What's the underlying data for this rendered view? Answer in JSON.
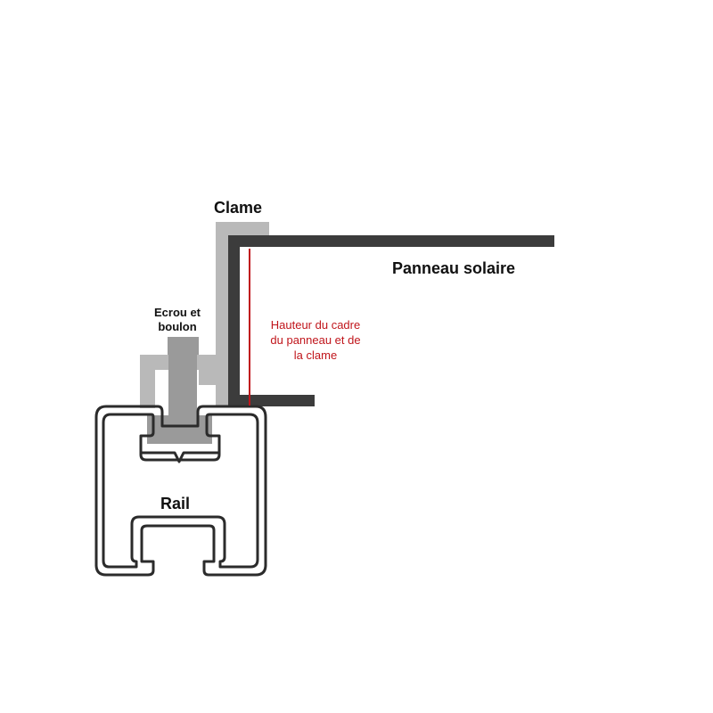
{
  "labels": {
    "clame": "Clame",
    "panneau": "Panneau solaire",
    "ecrou_line1": "Ecrou et",
    "ecrou_line2": "boulon",
    "hauteur_line1": "Hauteur du cadre",
    "hauteur_line2": "du panneau et de",
    "hauteur_line3": "la clame",
    "rail": "Rail"
  },
  "colors": {
    "panel_frame": "#3c3c3c",
    "clamp": "#b9b9b9",
    "bolt": "#9a9a9a",
    "rail_outline": "#2b2b2b",
    "height_marker": "#c0151b",
    "label_text": "#111111"
  }
}
